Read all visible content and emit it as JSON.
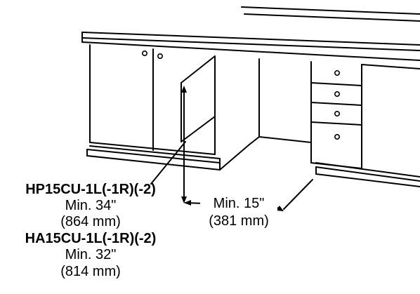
{
  "diagram": {
    "line_color": "#000000",
    "background_color": "#ffffff",
    "cabinet_left": {
      "door_knobs": 2
    },
    "drawer_stack": {
      "drawer_knobs": 4
    }
  },
  "labels": {
    "height_model_a": "HP15CU-1L(-1R)(-2)",
    "height_model_a_min": "Min. 34\"",
    "height_model_a_mm": "(864 mm)",
    "height_model_b": "HA15CU-1L(-1R)(-2)",
    "height_model_b_min": "Min. 32\"",
    "height_model_b_mm": "(814 mm)",
    "width_min": "Min. 15\"",
    "width_mm": "(381 mm)"
  }
}
